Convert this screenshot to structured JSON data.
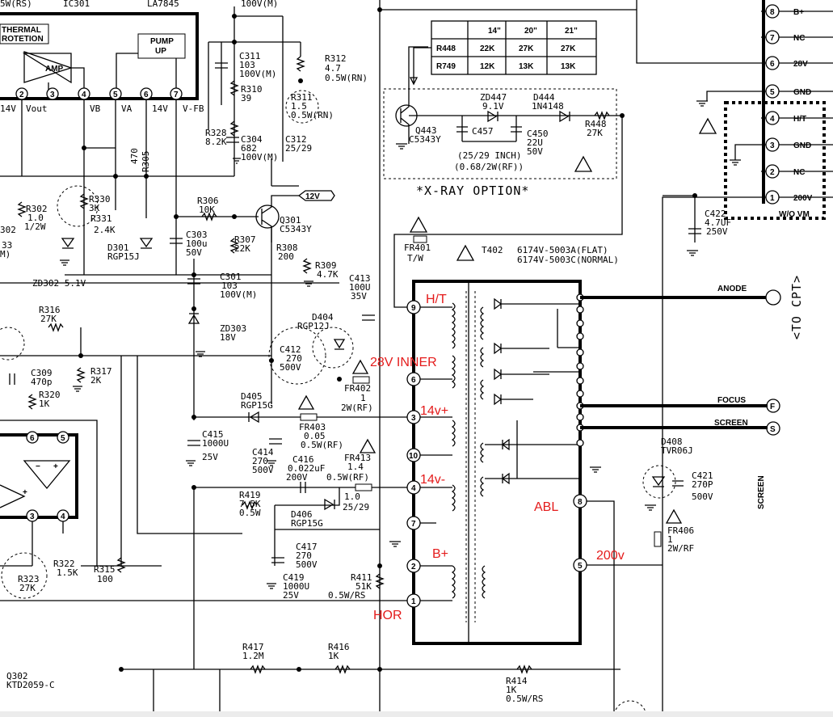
{
  "top_labels": {
    "fragment": "5W(RS)",
    "ic": "IC301",
    "ic_part": "LA7845",
    "c_top": "100V(M)"
  },
  "ic_block": {
    "thermal": [
      "THERMAL",
      "ROTETION"
    ],
    "pump": [
      "PUMP",
      "UP"
    ],
    "amp": "AMP",
    "pins": [
      "2",
      "3",
      "4",
      "5",
      "6",
      "7"
    ],
    "pin_labels": [
      "14V",
      "Vout",
      "VB",
      "VA",
      "14V",
      "V-FB"
    ]
  },
  "table": {
    "headers": [
      "",
      "14\"",
      "20\"",
      "21\""
    ],
    "rows": [
      [
        "R448",
        "22K",
        "27K",
        "27K"
      ],
      [
        "R749",
        "12K",
        "13K",
        "13K"
      ]
    ]
  },
  "xray": "*X-RAY OPTION*",
  "xray_parts": {
    "q443": [
      "Q443",
      "C5343Y"
    ],
    "zd447": [
      "ZD447",
      "9.1V"
    ],
    "d444": [
      "D444",
      "1N4148"
    ],
    "c457": "C457",
    "c450": [
      "C450",
      "22U",
      "50V"
    ],
    "r448": [
      "R448",
      "27K"
    ],
    "note": [
      "(25/29 INCH)",
      "(0.68/2W(RF))"
    ]
  },
  "connector": {
    "pins": [
      "8",
      "7",
      "6",
      "5",
      "4",
      "3",
      "2",
      "1"
    ],
    "labels": [
      "B+",
      "NC",
      "28V",
      "GND",
      "H/T",
      "GND",
      "NC",
      "200V"
    ],
    "note": "W/O VM"
  },
  "parts_left": {
    "c311": [
      "C311",
      "103",
      "100V(M)"
    ],
    "r312": [
      "R312",
      "4.7",
      "0.5W(RN)"
    ],
    "r310": [
      "R310",
      "39"
    ],
    "r311": [
      "R311",
      "1.5",
      "0.5W(RN)"
    ],
    "r328": [
      "R328",
      "8.2K"
    ],
    "c304": [
      "C304",
      "682",
      "100V(M)"
    ],
    "c312": [
      "C312",
      "25/29"
    ],
    "r305": [
      "470",
      "R305"
    ],
    "r302": [
      "R302",
      "1.0",
      "1/2W"
    ],
    "c302": [
      "302",
      "33",
      "M)"
    ],
    "r330": [
      "R330",
      "3K"
    ],
    "r331": [
      "R331",
      "2.4K"
    ],
    "d301": [
      "D301",
      "RGP15J"
    ],
    "r306": [
      "R306",
      "10K"
    ],
    "c303": [
      "C303",
      "100u",
      "50V"
    ],
    "r307": [
      "R307",
      "22K"
    ],
    "q301": [
      "Q301",
      "C5343Y"
    ],
    "r308": [
      "R308",
      "200"
    ],
    "r309": [
      "R309",
      "4.7K"
    ],
    "c301": [
      "C301",
      "103",
      "100V(M)"
    ],
    "v12": "12V",
    "zd302": "ZD302 5.1V",
    "r316": [
      "R316",
      "27K"
    ],
    "c309": [
      "C309",
      "470p"
    ],
    "r317": [
      "R317",
      "2K"
    ],
    "r320": [
      "R320",
      "1K"
    ],
    "zd303": [
      "ZD303",
      "18V"
    ],
    "c413": [
      "C413",
      "100U",
      "35V"
    ],
    "d404": [
      "D404",
      "RGP12J"
    ],
    "c412": [
      "C412",
      "270",
      "500V"
    ],
    "fr402": [
      "FR402",
      "1",
      "2W(RF)"
    ],
    "d405": [
      "D405",
      "RGP15G"
    ],
    "fr403": [
      "FR403",
      "0.05",
      "0.5W(RF)"
    ],
    "c415": [
      "C415",
      "1000U",
      "25V"
    ],
    "c414": [
      "C414",
      "270",
      "500V"
    ],
    "c416": [
      "C416",
      "0.022uF",
      "200V"
    ],
    "fr413": [
      "FR413",
      "1.4",
      "0.5W(RF)",
      "1.0",
      "25/29"
    ],
    "r419": [
      "R419",
      "7.5K",
      "0.5W"
    ],
    "d406": [
      "D406",
      "RGP15G"
    ],
    "c417": [
      "C417",
      "270",
      "500V"
    ],
    "c419": [
      "C419",
      "1000U",
      "25V"
    ],
    "r411": [
      "R411",
      "51K",
      "0.5W/RS"
    ],
    "r322": [
      "R322",
      "1.5K"
    ],
    "r323": [
      "R323",
      "27K"
    ],
    "r315": [
      "R315",
      "100"
    ],
    "r417": [
      "R417",
      "1.2M"
    ],
    "r416": [
      "R416",
      "1K"
    ],
    "r414": [
      "R414",
      "1K",
      "0.5W/RS"
    ],
    "q302": [
      "Q302",
      "KTD2059-C"
    ]
  },
  "transformer": {
    "fr401": [
      "FR401",
      "T/W"
    ],
    "t402": [
      "T402",
      "6174V-5003A(FLAT)",
      "6174V-5003C(NORMAL)"
    ],
    "pins_left": [
      "9",
      "6",
      "3",
      "10",
      "4",
      "7",
      "2",
      "1"
    ],
    "pins_right": [
      "8",
      "5"
    ],
    "red_labels": [
      "H/T",
      "28V INNER",
      "14v+",
      "14v-",
      "B+",
      "HOR",
      "ABL",
      "200v"
    ]
  },
  "right_side": {
    "c422": [
      "C422",
      "4.7UF",
      "250V"
    ],
    "anode": "ANODE",
    "to_cpt": "<TO CPT>",
    "focus": "FOCUS",
    "screen": "SCREEN",
    "f_pin": "F",
    "s_pin": "S",
    "d408": [
      "D408",
      "TVR06J"
    ],
    "c421": [
      "C421",
      "270P",
      "500V"
    ],
    "fr406": [
      "FR406",
      "1",
      "2W/RF"
    ],
    "screen_vert": "SCREEN"
  }
}
